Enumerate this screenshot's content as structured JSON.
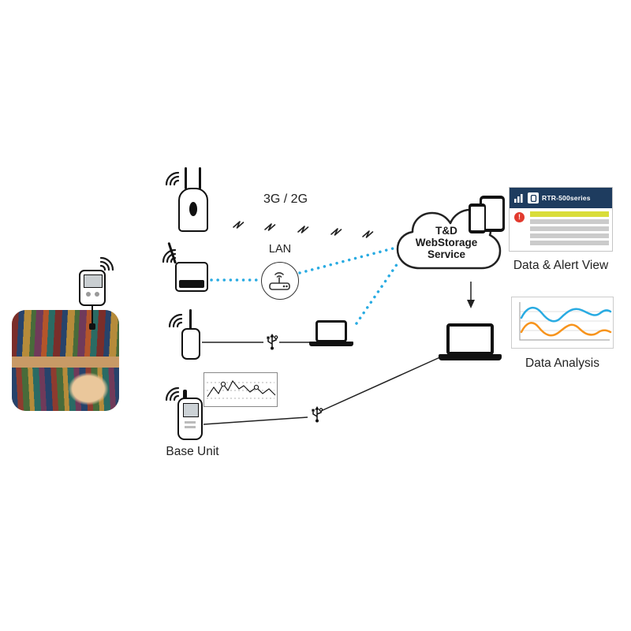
{
  "labels": {
    "network": "3G / 2G",
    "lan": "LAN",
    "base_unit": "Base Unit",
    "data_alert_view": "Data & Alert View",
    "data_analysis": "Data Analysis"
  },
  "cloud": {
    "line1": "T&D",
    "line2": "WebStorage",
    "line3": "Service"
  },
  "browser": {
    "title": "RTR-500series",
    "alert_mark": "!"
  },
  "colors": {
    "accent": "#29abe2",
    "navy": "#1e3c5f",
    "highlight": "#d9dd3a",
    "chart-blue": "#29abe2",
    "chart-orange": "#f7941d",
    "alert-red": "#e23a2e",
    "ink": "#1a1a1a"
  }
}
